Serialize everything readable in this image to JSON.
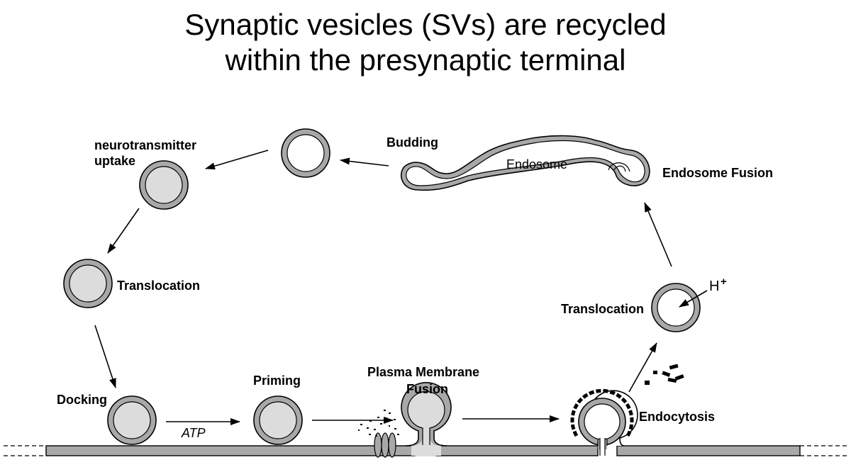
{
  "title": {
    "line1": "Synaptic vesicles (SVs) are recycled",
    "line2": "within the presynaptic terminal"
  },
  "labels": {
    "neurotransmitter_uptake_1": "neurotransmitter",
    "neurotransmitter_uptake_2": "uptake",
    "budding": "Budding",
    "endosome": "Endosome",
    "endosome_fusion": "Endosome Fusion",
    "translocation_left": "Translocation",
    "translocation_right": "Translocation",
    "proton": "H",
    "proton_charge": "+",
    "docking": "Docking",
    "atp": "ATP",
    "priming": "Priming",
    "plasma_membrane_fusion_1": "Plasma Membrane",
    "plasma_membrane_fusion_2": "Fusion",
    "endocytosis": "Endocytosis"
  },
  "colors": {
    "membrane": "#a8a8a8",
    "vesicle_filled": "#dcdcdc",
    "vesicle_empty": "#ffffff",
    "outline": "#000000"
  }
}
